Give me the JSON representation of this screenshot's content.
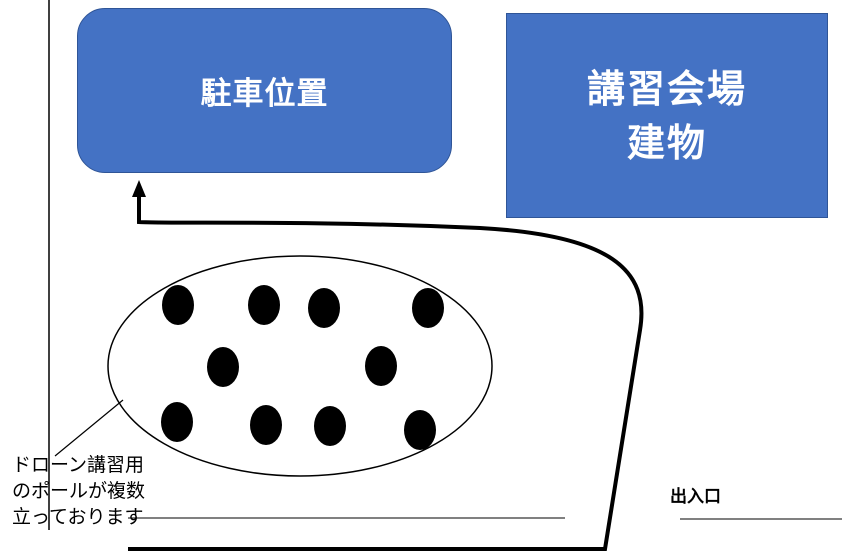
{
  "parking": {
    "label": "駐車位置"
  },
  "venue": {
    "line1": "講習会場",
    "line2": "建物"
  },
  "drone_area": {
    "label_lines": [
      "ドローン講習用",
      "のポールが複数",
      "立っております"
    ],
    "pole_count": 10
  },
  "entrance": {
    "label": "出入口"
  },
  "colors": {
    "box_fill": "#4472c4",
    "box_border": "#2f5597",
    "box_text": "#ffffff",
    "line": "#000000"
  }
}
